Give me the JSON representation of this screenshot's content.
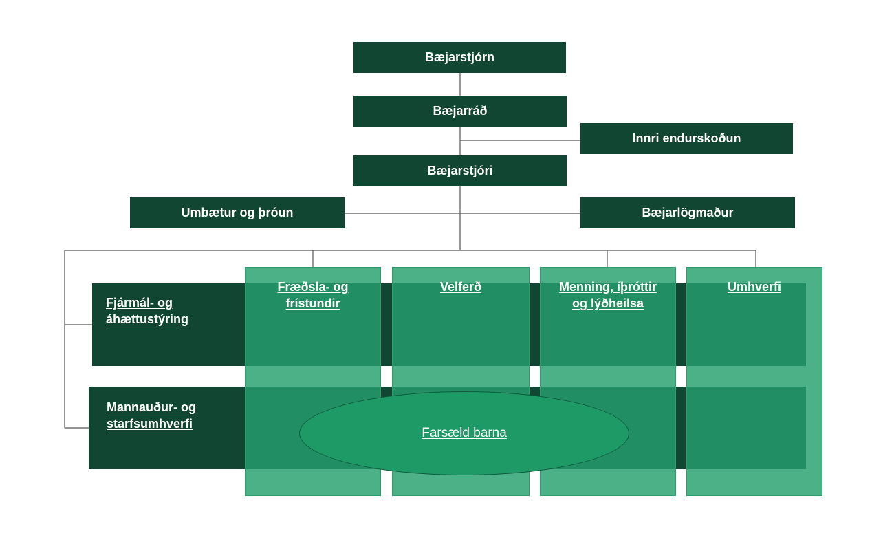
{
  "nodes": {
    "council": "Bæjarstjórn",
    "executive_board": "Bæjarráð",
    "internal_audit": "Innri endurskoðun",
    "mayor": "Bæjarstjóri",
    "improvement": "Umbætur og þróun",
    "town_lawyer": "Bæjarlögmaður"
  },
  "bands": [
    {
      "line1": "Fjármál- og",
      "line2": "áhættustýring"
    },
    {
      "line1": "Mannauður- og",
      "line2": "starfsumhverfi"
    }
  ],
  "columns": [
    {
      "line1": "Fræðsla- og",
      "line2": "frístundir"
    },
    {
      "line1": "Velferð",
      "line2": ""
    },
    {
      "line1": "Menning, íþróttir",
      "line2": "og lýðheilsa"
    },
    {
      "line1": "Umhverfi",
      "line2": ""
    }
  ],
  "ellipse_label": "Farsæld barna",
  "colors": {
    "dark_green": "#104632",
    "column_green": "#26a06e",
    "ellipse_green": "#1e9a67",
    "connector": "#555555"
  }
}
